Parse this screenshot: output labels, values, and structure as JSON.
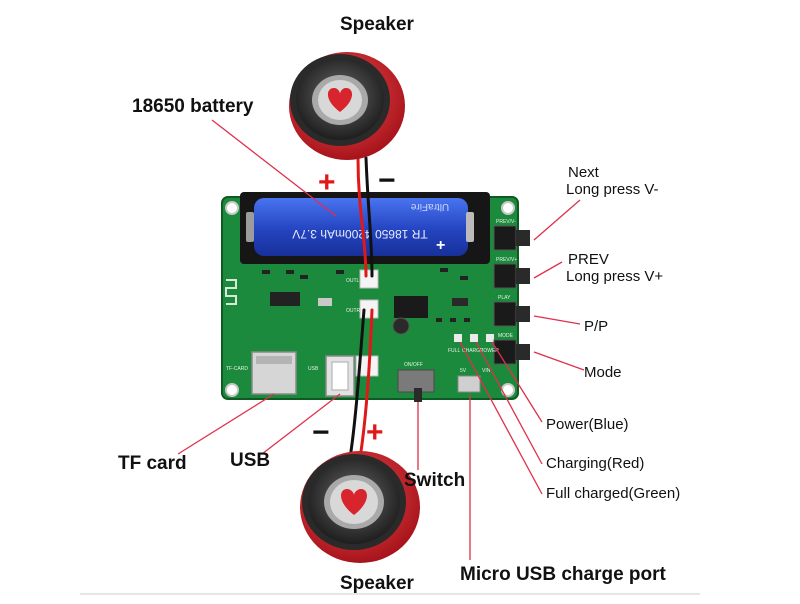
{
  "labels": {
    "speaker_top": "Speaker",
    "speaker_bottom": "Speaker",
    "battery": "18650 battery",
    "next_line1": "Next",
    "next_line2": "Long press V-",
    "prev_line1": "PREV",
    "prev_line2": "Long press V+",
    "pp": "P/P",
    "mode": "Mode",
    "power": "Power(Blue)",
    "charging": "Charging(Red)",
    "full": "Full charged(Green)",
    "tf_card": "TF card",
    "usb": "USB",
    "switch": "Switch",
    "micro_usb": "Micro USB charge port"
  },
  "signs": {
    "plus_top": "+",
    "minus_top": "−",
    "minus_bottom": "−",
    "plus_bottom": "+"
  },
  "board": {
    "battery_print": "TR 18650 4200mAh 3.7V",
    "battery_brand": "UltraFire",
    "battery_plus": "+",
    "silk_prev_v": "PREV/V-",
    "silk_next_v": "PREV/V+",
    "silk_play": "PLAY",
    "silk_mode": "MODE",
    "silk_tf": "TF-CARD",
    "silk_usb": "USB",
    "silk_onoff": "ON/OFF",
    "silk_5v": "5V",
    "silk_vin": "VIN",
    "silk_full": "FULL",
    "silk_charge": "CHARGE",
    "silk_power": "POWER",
    "silk_outl": "OUTL",
    "silk_outr": "OUTR"
  },
  "colors": {
    "pcb": "#1c8a3c",
    "pcb_dark": "#136b2c",
    "battery": "#2a4fd0",
    "speaker_red": "#d8242c",
    "wire_red": "#e01818",
    "pointer": "#e0304a"
  }
}
